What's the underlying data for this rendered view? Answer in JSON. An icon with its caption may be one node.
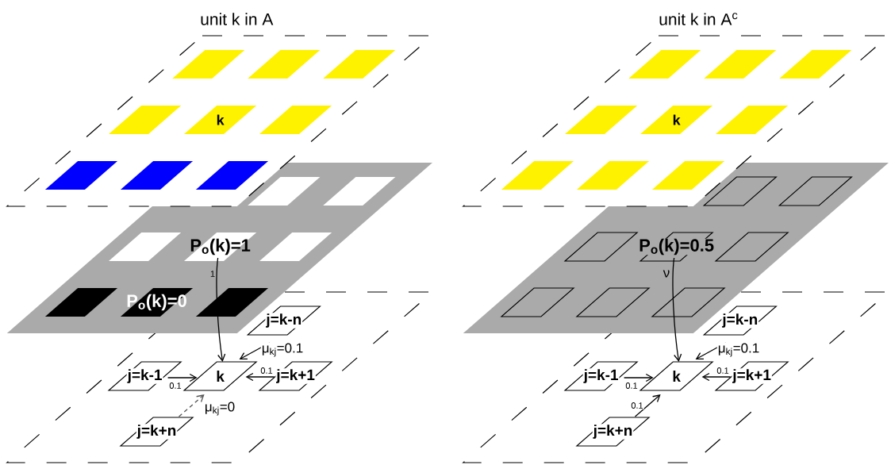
{
  "diagram": {
    "nodes": [
      {
        "text": [
          "k"
        ]
      },
      {
        "text": [
          "P$_{o}$(k)=1"
        ]
      },
      {
        "text": [
          "P$_{o}$(k)=0"
        ]
      },
      {
        "text": [
          "k"
        ]
      },
      {
        "text": [
          "j=k-n"
        ]
      },
      {
        "text": [
          "j=k-1"
        ]
      },
      {
        "text": [
          "j=k+1"
        ]
      },
      {
        "text": [
          "j=k+n"
        ]
      },
      {
        "text": [
          "k"
        ]
      },
      {
        "text": [
          "P$_{o}$(k)=0.5"
        ]
      },
      {
        "text": [
          "k"
        ]
      },
      {
        "text": [
          "j=k-n"
        ]
      },
      {
        "text": [
          "j=k-1"
        ]
      },
      {
        "text": [
          "j=k+1"
        ]
      },
      {
        "text": [
          "j=k+n"
        ]
      }
    ],
    "edges": [
      {
        "from": 1,
        "to": 3,
        "arrow": "to",
        "label": "1"
      },
      {
        "from": 4,
        "to": 3,
        "arrow": "to",
        "label": "μ$_{kj}$=0.1"
      },
      {
        "from": 5,
        "to": 3,
        "arrow": "to",
        "label": "0.1"
      },
      {
        "from": 6,
        "to": 3,
        "arrow": "to",
        "label": "0.1"
      },
      {
        "from": 7,
        "to": 3,
        "arrow": "to",
        "label": "μ$_{kj}$=0",
        "style": "dashed",
        "color": "#555555"
      },
      {
        "from": 9,
        "to": 10,
        "arrow": "to",
        "label": "ν"
      },
      {
        "from": 11,
        "to": 10,
        "arrow": "to",
        "label": "μ$_{kj}$=0.1"
      },
      {
        "from": 12,
        "to": 10,
        "arrow": "to",
        "label": "0.1"
      },
      {
        "from": 13,
        "to": 10,
        "arrow": "to",
        "label": "0.1"
      },
      {
        "from": 14,
        "to": 10,
        "arrow": "to",
        "label": "0.1"
      }
    ],
    "labels": [
      "unit k in A",
      "unit k in A$^{c}$"
    ]
  }
}
